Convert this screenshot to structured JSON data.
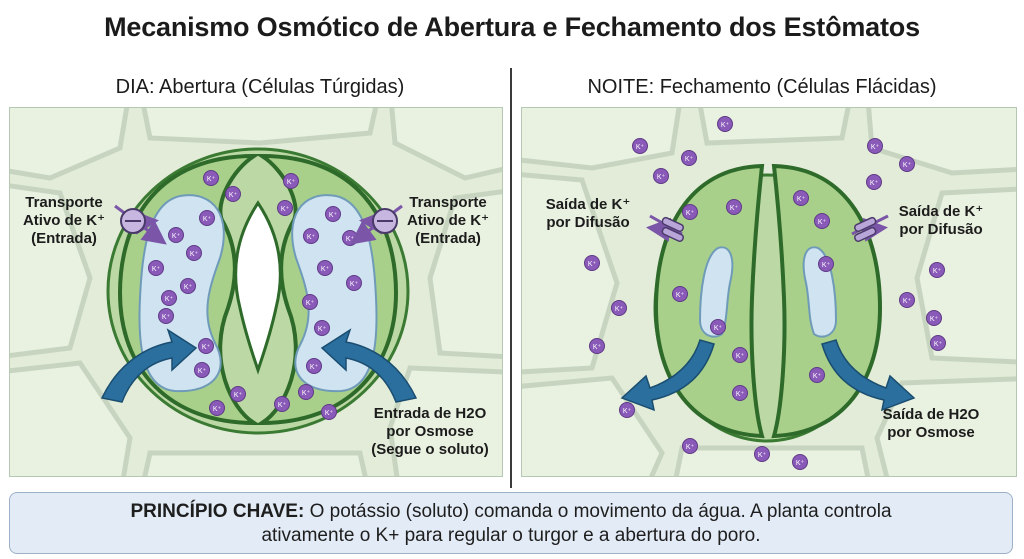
{
  "title": "Mecanismo Osmótico de Abertura e Fechamento dos Estômatos",
  "day": {
    "title": "DIA: Abertura (Células Túrgidas)",
    "label_left": [
      "Transporte",
      "Ativo de K⁺",
      "(Entrada)"
    ],
    "label_right": [
      "Transporte",
      "Ativo de K⁺",
      "(Entrada)"
    ],
    "label_water": [
      "Entrada de H2O",
      "por Osmose",
      "(Segue o soluto)"
    ]
  },
  "night": {
    "title": "NOITE: Fechamento (Células Flácidas)",
    "label_left": [
      "Saída de K⁺",
      "por Difusão"
    ],
    "label_right": [
      "Saída de K⁺",
      "por Difusão"
    ],
    "label_water": [
      "Saída de H2O",
      "por Osmose"
    ]
  },
  "ion_label": "K⁺",
  "principle": {
    "heading": "PRINCÍPIO CHAVE:",
    "text_line1": " O potássio (soluto) comanda o movimento da água. A planta controla",
    "text_line2": "ativamente o K+ para regular o turgor e a abertura do poro."
  },
  "colors": {
    "background_tissue": "#e2ecd8",
    "cell_wall": "#c4d4bc",
    "guard_cell": "#a8d08a",
    "guard_outline": "#2e6a2a",
    "vacuole": "#cfe3f1",
    "ion": "#8a5ab8",
    "arrow_water": "#2a6f9e",
    "arrow_ion": "#7a55a8"
  }
}
